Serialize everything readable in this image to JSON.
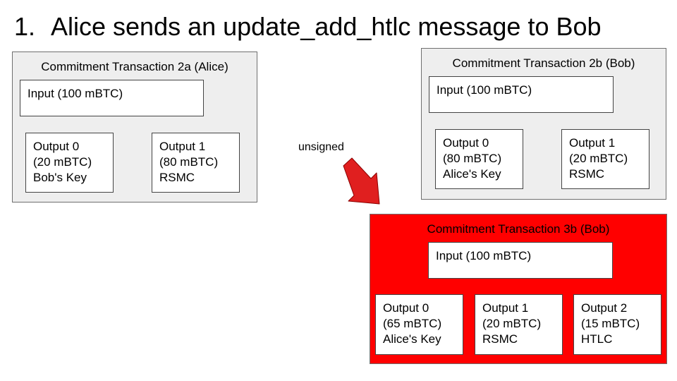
{
  "slide": {
    "step_number": "1.",
    "title": "Alice sends an update_add_htlc message to Bob"
  },
  "annotation": {
    "label": "unsigned",
    "arrow_color": "#e01f1f"
  },
  "colors": {
    "gray_box_fill": "#eeeeee",
    "red_box_fill": "#ff0000",
    "border": "#6f6f6f",
    "text": "#000000"
  },
  "tx_2a": {
    "title": "Commitment Transaction 2a (Alice)",
    "input": "Input (100 mBTC)",
    "outputs": [
      {
        "label": "Output 0",
        "amount": "(20 mBTC)",
        "script": "Bob's Key"
      },
      {
        "label": "Output 1",
        "amount": "(80 mBTC)",
        "script": "RSMC"
      }
    ]
  },
  "tx_2b": {
    "title": "Commitment Transaction 2b (Bob)",
    "input": "Input (100 mBTC)",
    "outputs": [
      {
        "label": "Output 0",
        "amount": "(80 mBTC)",
        "script": "Alice's Key"
      },
      {
        "label": "Output 1",
        "amount": "(20 mBTC)",
        "script": "RSMC"
      }
    ]
  },
  "tx_3b": {
    "title": "Commitment Transaction 3b (Bob)",
    "input": "Input (100 mBTC)",
    "outputs": [
      {
        "label": "Output 0",
        "amount": "(65 mBTC)",
        "script": "Alice's Key"
      },
      {
        "label": "Output 1",
        "amount": "(20 mBTC)",
        "script": "RSMC"
      },
      {
        "label": "Output 2",
        "amount": "(15 mBTC)",
        "script": "HTLC"
      }
    ]
  }
}
